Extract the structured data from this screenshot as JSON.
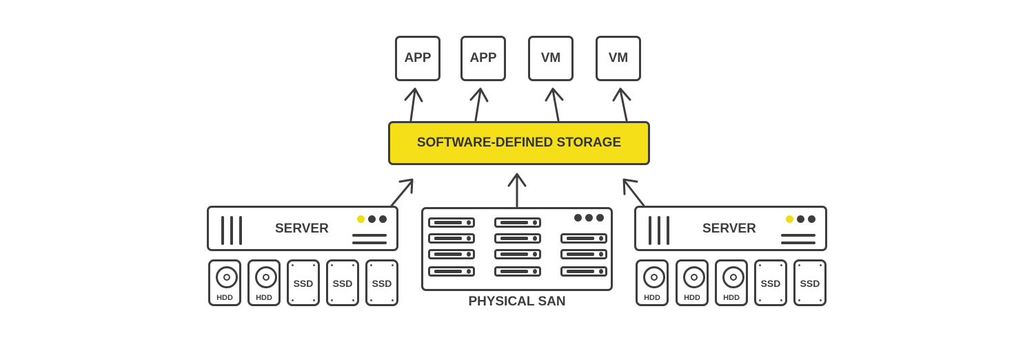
{
  "consumers": [
    {
      "label": "APP"
    },
    {
      "label": "APP"
    },
    {
      "label": "VM"
    },
    {
      "label": "VM"
    }
  ],
  "storage_layer": {
    "label": "SOFTWARE-DEFINED STORAGE",
    "color": "#f4df19"
  },
  "left_server": {
    "label": "SERVER",
    "drives": [
      {
        "type": "hdd",
        "label": "HDD"
      },
      {
        "type": "hdd",
        "label": "HDD"
      },
      {
        "type": "ssd",
        "label": "SSD"
      },
      {
        "type": "ssd",
        "label": "SSD"
      },
      {
        "type": "ssd",
        "label": "SSD"
      }
    ]
  },
  "san": {
    "label": "PHYSICAL SAN"
  },
  "right_server": {
    "label": "SERVER",
    "drives": [
      {
        "type": "hdd",
        "label": "HDD"
      },
      {
        "type": "hdd",
        "label": "HDD"
      },
      {
        "type": "hdd",
        "label": "HDD"
      },
      {
        "type": "ssd",
        "label": "SSD"
      },
      {
        "type": "ssd",
        "label": "SSD"
      }
    ]
  },
  "colors": {
    "outline": "#3d3d3d",
    "indicator": "#f0dc14"
  }
}
